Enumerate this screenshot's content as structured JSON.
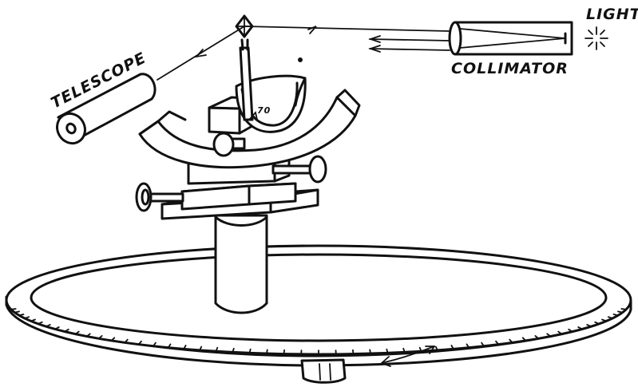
{
  "labels": {
    "telescope": "TELESCOPE",
    "collimator": "COLLIMATOR",
    "light": "LIGHT",
    "crystal_mark": "70"
  },
  "colors": {
    "ink": "#111111",
    "paper": "#ffffff"
  }
}
